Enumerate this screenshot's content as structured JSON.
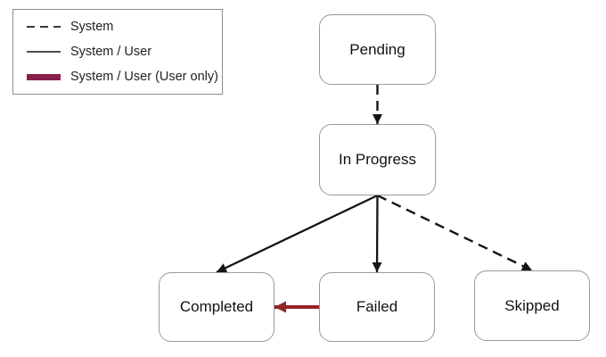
{
  "page": {
    "background": "#ffffff"
  },
  "legend": {
    "items": [
      {
        "id": "system",
        "label": "System",
        "line_style": "dashed",
        "color": "#3a3a3a"
      },
      {
        "id": "system-user",
        "label": "System / User",
        "line_style": "solid",
        "color": "#4d4d4d"
      },
      {
        "id": "user-only",
        "label": "System / User (User only)",
        "line_style": "thick",
        "color": "#871e4b"
      }
    ]
  },
  "diagram": {
    "nodes": [
      {
        "id": "pending",
        "label": "Pending"
      },
      {
        "id": "inprogress",
        "label": "In Progress"
      },
      {
        "id": "completed",
        "label": "Completed"
      },
      {
        "id": "failed",
        "label": "Failed"
      },
      {
        "id": "skipped",
        "label": "Skipped"
      }
    ],
    "edges": [
      {
        "from": "pending",
        "to": "inprogress",
        "fromAnchor": "bottom",
        "toAnchor": "top",
        "style": "system"
      },
      {
        "from": "inprogress",
        "to": "completed",
        "fromAnchor": "bottom",
        "toAnchor": "top",
        "style": "system_user"
      },
      {
        "from": "inprogress",
        "to": "failed",
        "fromAnchor": "bottom",
        "toAnchor": "top",
        "style": "system_user"
      },
      {
        "from": "inprogress",
        "to": "skipped",
        "fromAnchor": "bottom",
        "toAnchor": "top",
        "style": "system"
      },
      {
        "from": "failed",
        "to": "completed",
        "fromAnchor": "left",
        "toAnchor": "right",
        "style": "user_only"
      }
    ],
    "colors": {
      "edge_black": "#141414",
      "edge_user_only": "#962328",
      "node_border": "#9a9a9a",
      "text": "#111111"
    }
  }
}
